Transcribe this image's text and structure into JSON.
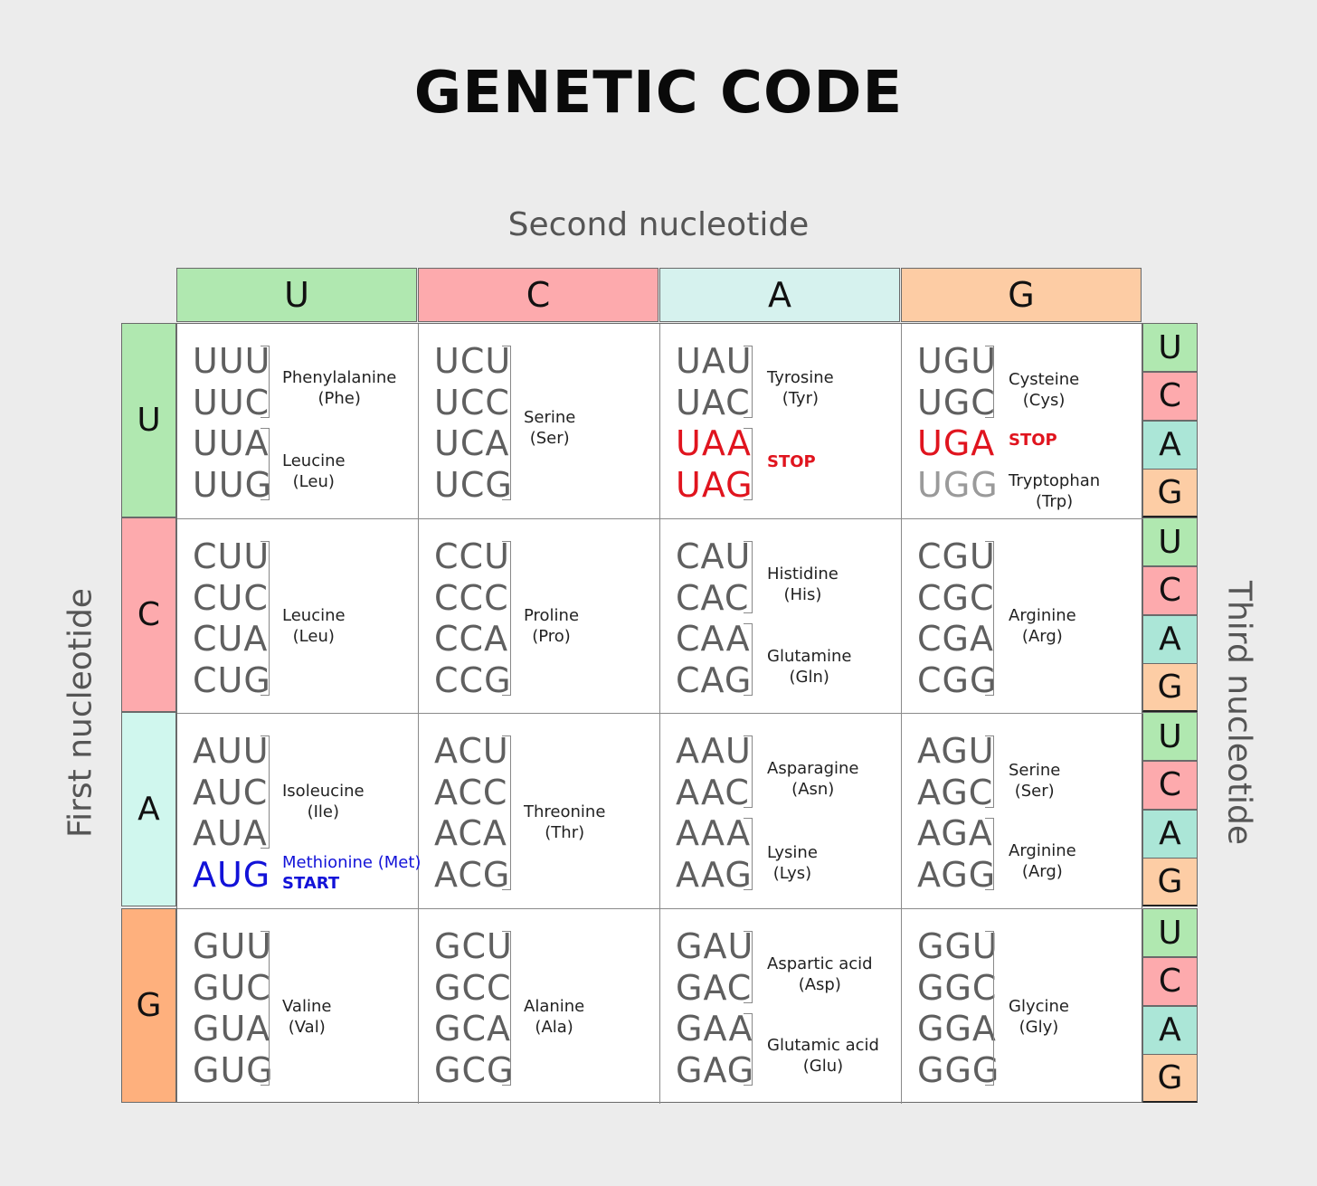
{
  "title": "GENETIC CODE",
  "second_label": "Second nucleotide",
  "first_label": "First nucleotide",
  "third_label": "Third nucleotide",
  "colors": {
    "U": "#b0e8b0",
    "C": "#fdaaad",
    "A_header": "#d6f2ee",
    "A_row": "#d0f7ee",
    "A_third": "#abe6d7",
    "G_header": "#fdcca4",
    "G_row": "#feb07d",
    "G_third": "#fdcda5",
    "stop": "#e0141e",
    "start": "#1212d8"
  },
  "second_bases": [
    "U",
    "C",
    "A",
    "G"
  ],
  "first_bases": [
    "U",
    "C",
    "A",
    "G"
  ],
  "third_bases": [
    "U",
    "C",
    "A",
    "G",
    "U",
    "C",
    "A",
    "G",
    "U",
    "C",
    "A",
    "G",
    "U",
    "C",
    "A",
    "G"
  ],
  "cells": [
    {
      "codons": [
        "UUU",
        "UUC",
        "UUA",
        "UUG"
      ],
      "groups": [
        {
          "name": "Phenylalanine",
          "abbr": "(Phe)"
        },
        {
          "name": "Leucine",
          "abbr": "(Leu)"
        }
      ]
    },
    {
      "codons": [
        "UCU",
        "UCC",
        "UCA",
        "UCG"
      ],
      "groups": [
        {
          "name": "Serine",
          "abbr": "(Ser)"
        }
      ]
    },
    {
      "codons": [
        "UAU",
        "UAC",
        "UAA",
        "UAG"
      ],
      "groups": [
        {
          "name": "Tyrosine",
          "abbr": "(Tyr)"
        },
        {
          "name": "STOP",
          "abbr": ""
        }
      ]
    },
    {
      "codons": [
        "UGU",
        "UGC",
        "UGA",
        "UGG"
      ],
      "groups": [
        {
          "name": "Cysteine",
          "abbr": "(Cys)"
        },
        {
          "name": "STOP",
          "abbr": ""
        },
        {
          "name": "Tryptophan",
          "abbr": "(Trp)"
        }
      ]
    },
    {
      "codons": [
        "CUU",
        "CUC",
        "CUA",
        "CUG"
      ],
      "groups": [
        {
          "name": "Leucine",
          "abbr": "(Leu)"
        }
      ]
    },
    {
      "codons": [
        "CCU",
        "CCC",
        "CCA",
        "CCG"
      ],
      "groups": [
        {
          "name": "Proline",
          "abbr": "(Pro)"
        }
      ]
    },
    {
      "codons": [
        "CAU",
        "CAC",
        "CAA",
        "CAG"
      ],
      "groups": [
        {
          "name": "Histidine",
          "abbr": "(His)"
        },
        {
          "name": "Glutamine",
          "abbr": "(Gln)"
        }
      ]
    },
    {
      "codons": [
        "CGU",
        "CGC",
        "CGA",
        "CGG"
      ],
      "groups": [
        {
          "name": "Arginine",
          "abbr": "(Arg)"
        }
      ]
    },
    {
      "codons": [
        "AUU",
        "AUC",
        "AUA",
        "AUG"
      ],
      "groups": [
        {
          "name": "Isoleucine",
          "abbr": "(Ile)"
        },
        {
          "name": "Methionine (Met)",
          "abbr": "START"
        }
      ]
    },
    {
      "codons": [
        "ACU",
        "ACC",
        "ACA",
        "ACG"
      ],
      "groups": [
        {
          "name": "Threonine",
          "abbr": "(Thr)"
        }
      ]
    },
    {
      "codons": [
        "AAU",
        "AAC",
        "AAA",
        "AAG"
      ],
      "groups": [
        {
          "name": "Asparagine",
          "abbr": "(Asn)"
        },
        {
          "name": "Lysine",
          "abbr": "(Lys)"
        }
      ]
    },
    {
      "codons": [
        "AGU",
        "AGC",
        "AGA",
        "AGG"
      ],
      "groups": [
        {
          "name": "Serine",
          "abbr": "(Ser)"
        },
        {
          "name": "Arginine",
          "abbr": "(Arg)"
        }
      ]
    },
    {
      "codons": [
        "GUU",
        "GUC",
        "GUA",
        "GUG"
      ],
      "groups": [
        {
          "name": "Valine",
          "abbr": "(Val)"
        }
      ]
    },
    {
      "codons": [
        "GCU",
        "GCC",
        "GCA",
        "GCG"
      ],
      "groups": [
        {
          "name": "Alanine",
          "abbr": "(Ala)"
        }
      ]
    },
    {
      "codons": [
        "GAU",
        "GAC",
        "GAA",
        "GAG"
      ],
      "groups": [
        {
          "name": "Aspartic acid",
          "abbr": "(Asp)"
        },
        {
          "name": "Glutamic acid",
          "abbr": "(Glu)"
        }
      ]
    },
    {
      "codons": [
        "GGU",
        "GGC",
        "GGA",
        "GGG"
      ],
      "groups": [
        {
          "name": "Glycine",
          "abbr": "(Gly)"
        }
      ]
    }
  ]
}
